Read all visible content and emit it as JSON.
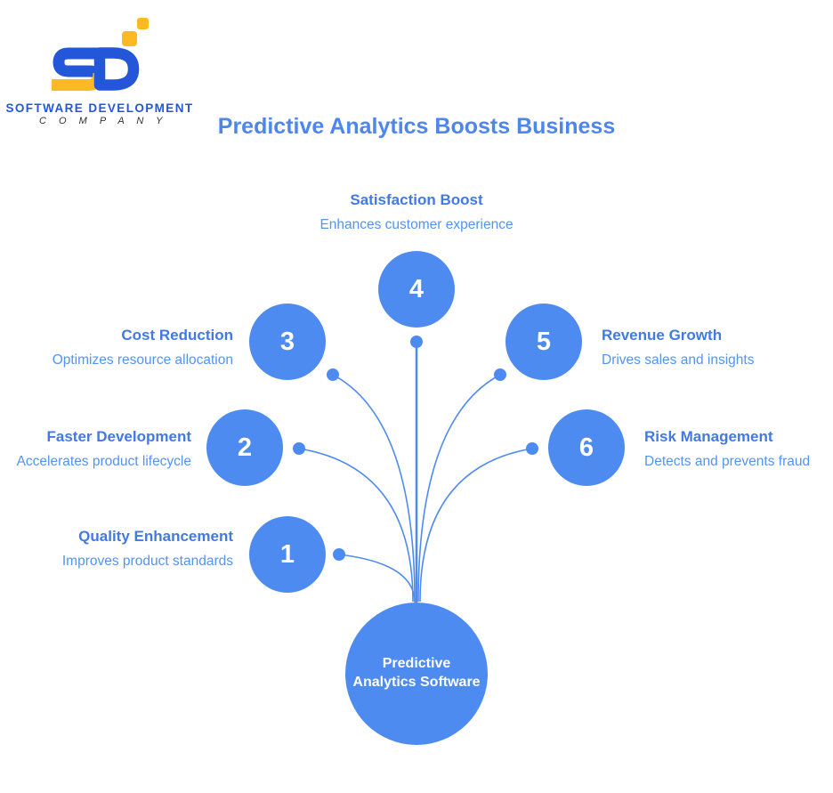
{
  "brand": {
    "name_line1": "SOFTWARE DEVELOPMENT",
    "name_line2": "C O M P A N Y"
  },
  "title": "Predictive Analytics Boosts Business",
  "center_node": {
    "label": "Predictive Analytics Software"
  },
  "nodes": [
    {
      "number": "1",
      "title": "Quality Enhancement",
      "subtitle": "Improves product standards",
      "side": "left"
    },
    {
      "number": "2",
      "title": "Faster Development",
      "subtitle": "Accelerates product lifecycle",
      "side": "left"
    },
    {
      "number": "3",
      "title": "Cost Reduction",
      "subtitle": "Optimizes resource allocation",
      "side": "left"
    },
    {
      "number": "4",
      "title": "Satisfaction Boost",
      "subtitle": "Enhances customer experience",
      "side": "top"
    },
    {
      "number": "5",
      "title": "Revenue Growth",
      "subtitle": "Drives sales and insights",
      "side": "right"
    },
    {
      "number": "6",
      "title": "Risk Management",
      "subtitle": "Detects and prevents fraud",
      "side": "right"
    }
  ],
  "colors": {
    "node_circle": "#4e8bf1",
    "connector": "#4e8bf1",
    "heading": "#4e86ec",
    "node_title": "#4379e3",
    "node_subtitle": "#5394f1",
    "number_text": "#ffffff",
    "logo_blue": "#2356d8",
    "logo_yellow": "#fcba22",
    "company_text": "#333333"
  }
}
